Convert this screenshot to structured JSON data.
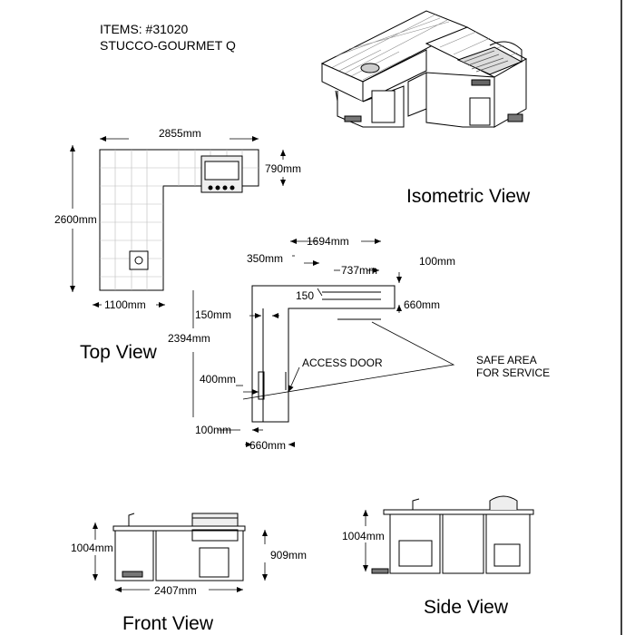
{
  "header": {
    "items_line": "ITEMS:  #31020",
    "model": "STUCCO-GOURMET Q"
  },
  "views": {
    "isometric": "Isometric View",
    "top": "Top View",
    "front": "Front View",
    "side": "Side View"
  },
  "top_view_dims": {
    "width_total": "2855mm",
    "depth_right": "790mm",
    "height_total": "2600mm",
    "depth_left": "1100mm"
  },
  "plan_dims": {
    "overall_w": "1694mm",
    "left_offset": "350mm",
    "grill_w": "737mm",
    "edge_right": "100mm",
    "small_150": "150",
    "right_depth": "660mm",
    "left_150": "150mm",
    "overall_h": "2394mm",
    "door_h": "400mm",
    "bottom_100": "100mm",
    "bottom_660": "660mm"
  },
  "annotations": {
    "access_door": "ACCESS DOOR",
    "safe_area_1": "SAFE AREA",
    "safe_area_2": "FOR SERVICE"
  },
  "front_dims": {
    "height": "1004mm",
    "width": "2407mm",
    "counter_h": "909mm"
  },
  "side_dims": {
    "height": "1004mm"
  }
}
